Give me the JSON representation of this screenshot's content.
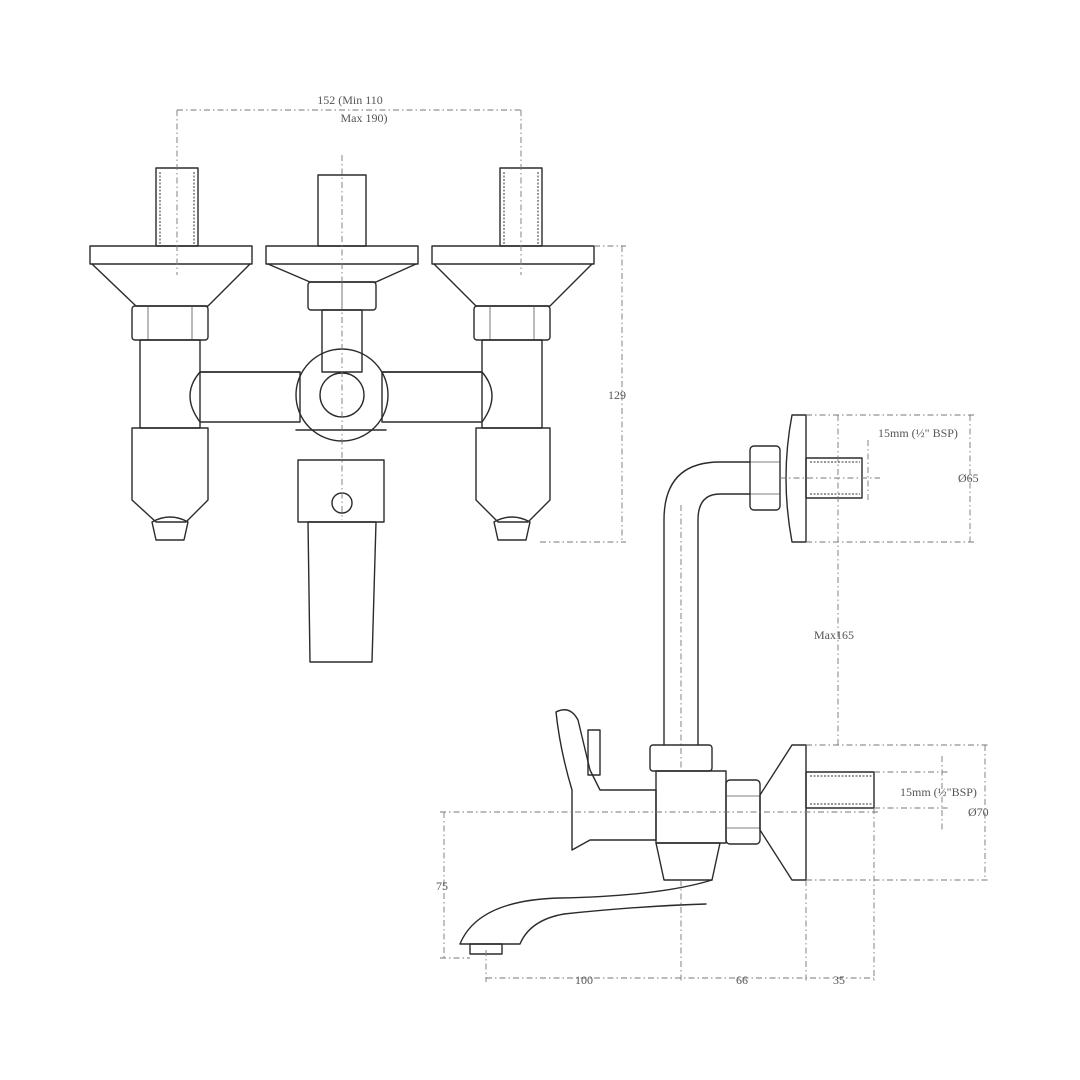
{
  "labels": {
    "center_distance_a": "152 (Min 110",
    "center_distance_b": "Max 190)",
    "front_height": "129",
    "upper_thread": "15mm (½\" BSP)",
    "upper_flange_dia": "Ø65",
    "riser_max": "Max165",
    "lower_thread": "15mm (½\"BSP)",
    "lower_flange_dia": "Ø70",
    "spout_height": "75",
    "spout_reach": "100",
    "body_depth": "66",
    "flange_depth": "35"
  }
}
